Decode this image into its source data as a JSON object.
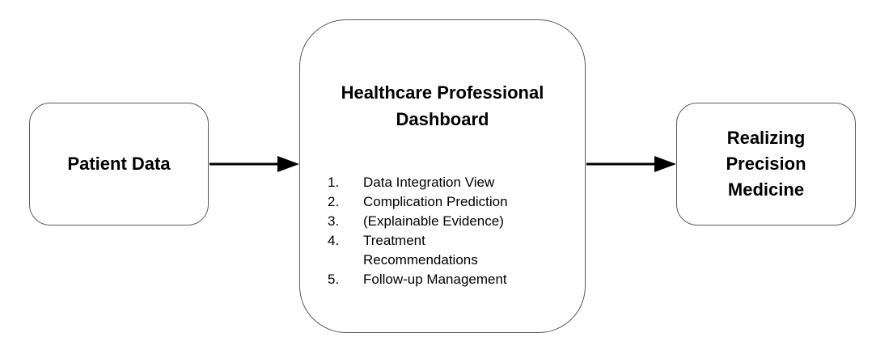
{
  "diagram": {
    "patient_data": {
      "label": "Patient Data"
    },
    "dashboard": {
      "title_line1": "Healthcare Professional",
      "title_line2": "Dashboard",
      "items": [
        {
          "num": "1.",
          "text": "Data Integration View"
        },
        {
          "num": "2.",
          "text": "Complication Prediction"
        },
        {
          "num": "3.",
          "text": "(Explainable Evidence)"
        },
        {
          "num": "4.",
          "text": "Treatment Recommendations"
        },
        {
          "num": "5.",
          "text": "Follow-up Management"
        }
      ]
    },
    "outcome": {
      "line1": "Realizing",
      "line2": "Precision",
      "line3": "Medicine"
    }
  },
  "colors": {
    "box_border": "#5a5a5a",
    "arrow": "#000000",
    "background": "#ffffff"
  }
}
